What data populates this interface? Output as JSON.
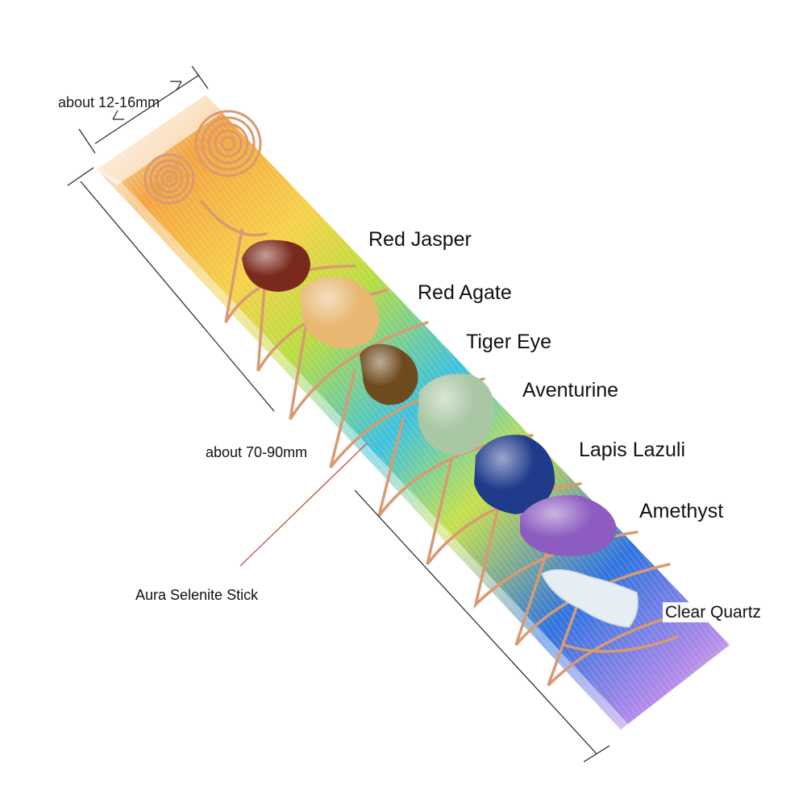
{
  "dimensions": {
    "width_label": "about 12-16mm",
    "length_label": "about 70-90mm"
  },
  "product_label": "Aura Selenite Stick",
  "stones": [
    {
      "label": "Red Jasper",
      "color": "#7a2a1c"
    },
    {
      "label": "Red Agate",
      "color": "#e8b873"
    },
    {
      "label": "Tiger Eye",
      "color": "#6e4a1e"
    },
    {
      "label": "Aventurine",
      "color": "#a9c7a4"
    },
    {
      "label": "Lapis Lazuli",
      "color": "#1f3b8a"
    },
    {
      "label": "Amethyst",
      "color": "#8c5cc0"
    },
    {
      "label": "Clear Quartz",
      "color": "#e6eef5"
    }
  ],
  "colors": {
    "wire": "#d99a72",
    "annotation_line": "#222222",
    "pointer_line": "#c0392b"
  }
}
